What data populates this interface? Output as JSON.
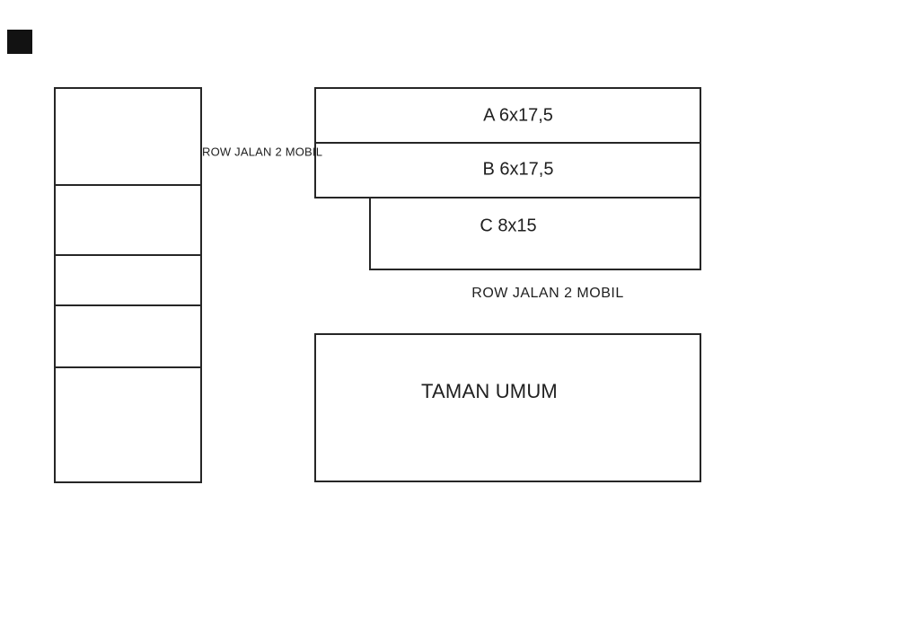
{
  "colors": {
    "background": "#ffffff",
    "line": "#262626",
    "text": "#1f1f1f",
    "corner_marker": "#121212"
  },
  "diagram": {
    "left_column": {
      "cells": 5
    },
    "labels": {
      "row_road_top": "ROW JALAN 2 MOBIL",
      "lot_a": "A 6x17,5",
      "lot_b": "B 6x17,5",
      "lot_c": "C 8x15",
      "row_road_middle": "ROW JALAN 2 MOBIL",
      "park": "TAMAN UMUM"
    }
  }
}
